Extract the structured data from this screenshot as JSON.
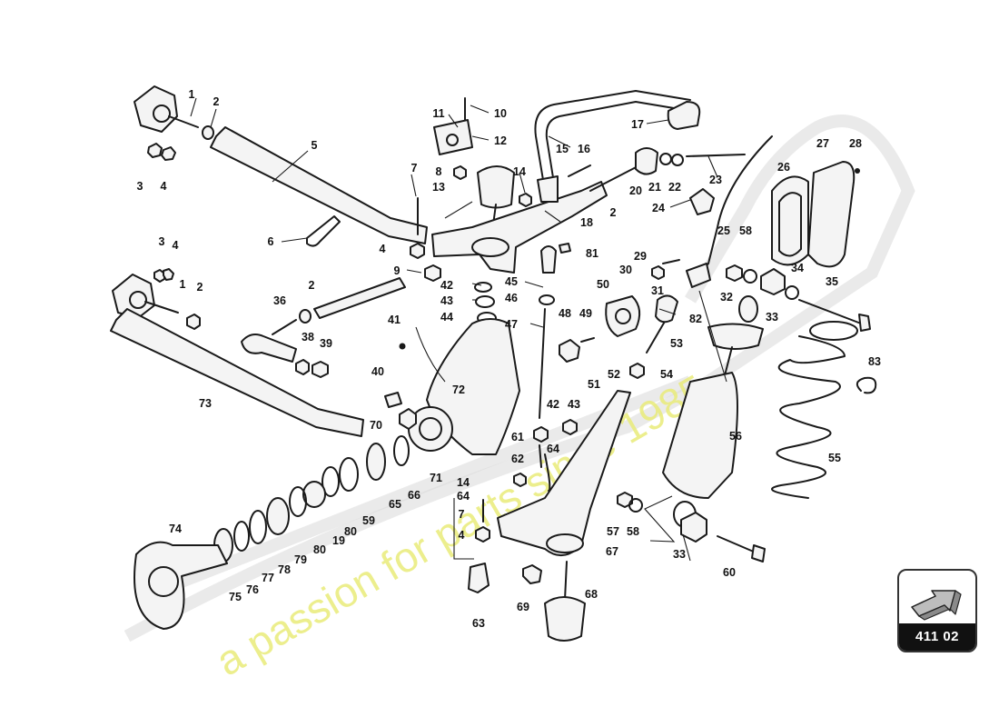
{
  "watermark": {
    "tagline": "a passion for parts since 1985"
  },
  "reference": {
    "code": "411 02",
    "icon": "arrow-icon"
  },
  "callouts": [
    {
      "id": "c1",
      "label": "1"
    },
    {
      "id": "c2",
      "label": "2"
    },
    {
      "id": "c3",
      "label": "3"
    },
    {
      "id": "c4",
      "label": "4"
    },
    {
      "id": "c5",
      "label": "5"
    },
    {
      "id": "c6",
      "label": "6"
    },
    {
      "id": "c7",
      "label": "7"
    },
    {
      "id": "c8",
      "label": "8"
    },
    {
      "id": "c9",
      "label": "9"
    },
    {
      "id": "c10",
      "label": "10"
    },
    {
      "id": "c11",
      "label": "11"
    },
    {
      "id": "c12",
      "label": "12"
    },
    {
      "id": "c13",
      "label": "13"
    },
    {
      "id": "c14",
      "label": "14"
    },
    {
      "id": "c15",
      "label": "15"
    },
    {
      "id": "c16",
      "label": "16"
    },
    {
      "id": "c17",
      "label": "17"
    },
    {
      "id": "c18",
      "label": "18"
    },
    {
      "id": "c19",
      "label": "19"
    },
    {
      "id": "c20",
      "label": "20"
    },
    {
      "id": "c21",
      "label": "21"
    },
    {
      "id": "c22",
      "label": "22"
    },
    {
      "id": "c23",
      "label": "23"
    },
    {
      "id": "c24",
      "label": "24"
    },
    {
      "id": "c25",
      "label": "25"
    },
    {
      "id": "c26",
      "label": "26"
    },
    {
      "id": "c27",
      "label": "27"
    },
    {
      "id": "c28",
      "label": "28"
    },
    {
      "id": "c29",
      "label": "29"
    },
    {
      "id": "c30",
      "label": "30"
    },
    {
      "id": "c31",
      "label": "31"
    },
    {
      "id": "c32",
      "label": "32"
    },
    {
      "id": "c33",
      "label": "33"
    },
    {
      "id": "c34",
      "label": "34"
    },
    {
      "id": "c35",
      "label": "35"
    },
    {
      "id": "c36",
      "label": "36"
    },
    {
      "id": "c38",
      "label": "38"
    },
    {
      "id": "c39",
      "label": "39"
    },
    {
      "id": "c40",
      "label": "40"
    },
    {
      "id": "c41",
      "label": "41"
    },
    {
      "id": "c42",
      "label": "42"
    },
    {
      "id": "c43",
      "label": "43"
    },
    {
      "id": "c44",
      "label": "44"
    },
    {
      "id": "c45",
      "label": "45"
    },
    {
      "id": "c46",
      "label": "46"
    },
    {
      "id": "c47",
      "label": "47"
    },
    {
      "id": "c48",
      "label": "48"
    },
    {
      "id": "c49",
      "label": "49"
    },
    {
      "id": "c50",
      "label": "50"
    },
    {
      "id": "c51",
      "label": "51"
    },
    {
      "id": "c52",
      "label": "52"
    },
    {
      "id": "c53",
      "label": "53"
    },
    {
      "id": "c54",
      "label": "54"
    },
    {
      "id": "c55",
      "label": "55"
    },
    {
      "id": "c56",
      "label": "56"
    },
    {
      "id": "c57",
      "label": "57"
    },
    {
      "id": "c58",
      "label": "58"
    },
    {
      "id": "c59",
      "label": "59"
    },
    {
      "id": "c60",
      "label": "60"
    },
    {
      "id": "c61",
      "label": "61"
    },
    {
      "id": "c62",
      "label": "62"
    },
    {
      "id": "c63",
      "label": "63"
    },
    {
      "id": "c64",
      "label": "64"
    },
    {
      "id": "c65",
      "label": "65"
    },
    {
      "id": "c66",
      "label": "66"
    },
    {
      "id": "c67",
      "label": "67"
    },
    {
      "id": "c68",
      "label": "68"
    },
    {
      "id": "c69",
      "label": "69"
    },
    {
      "id": "c70",
      "label": "70"
    },
    {
      "id": "c71",
      "label": "71"
    },
    {
      "id": "c72",
      "label": "72"
    },
    {
      "id": "c73",
      "label": "73"
    },
    {
      "id": "c74",
      "label": "74"
    },
    {
      "id": "c75",
      "label": "75"
    },
    {
      "id": "c76",
      "label": "76"
    },
    {
      "id": "c77",
      "label": "77"
    },
    {
      "id": "c78",
      "label": "78"
    },
    {
      "id": "c79",
      "label": "79"
    },
    {
      "id": "c80",
      "label": "80"
    },
    {
      "id": "c81",
      "label": "81"
    },
    {
      "id": "c82",
      "label": "82"
    },
    {
      "id": "c83",
      "label": "83"
    }
  ]
}
